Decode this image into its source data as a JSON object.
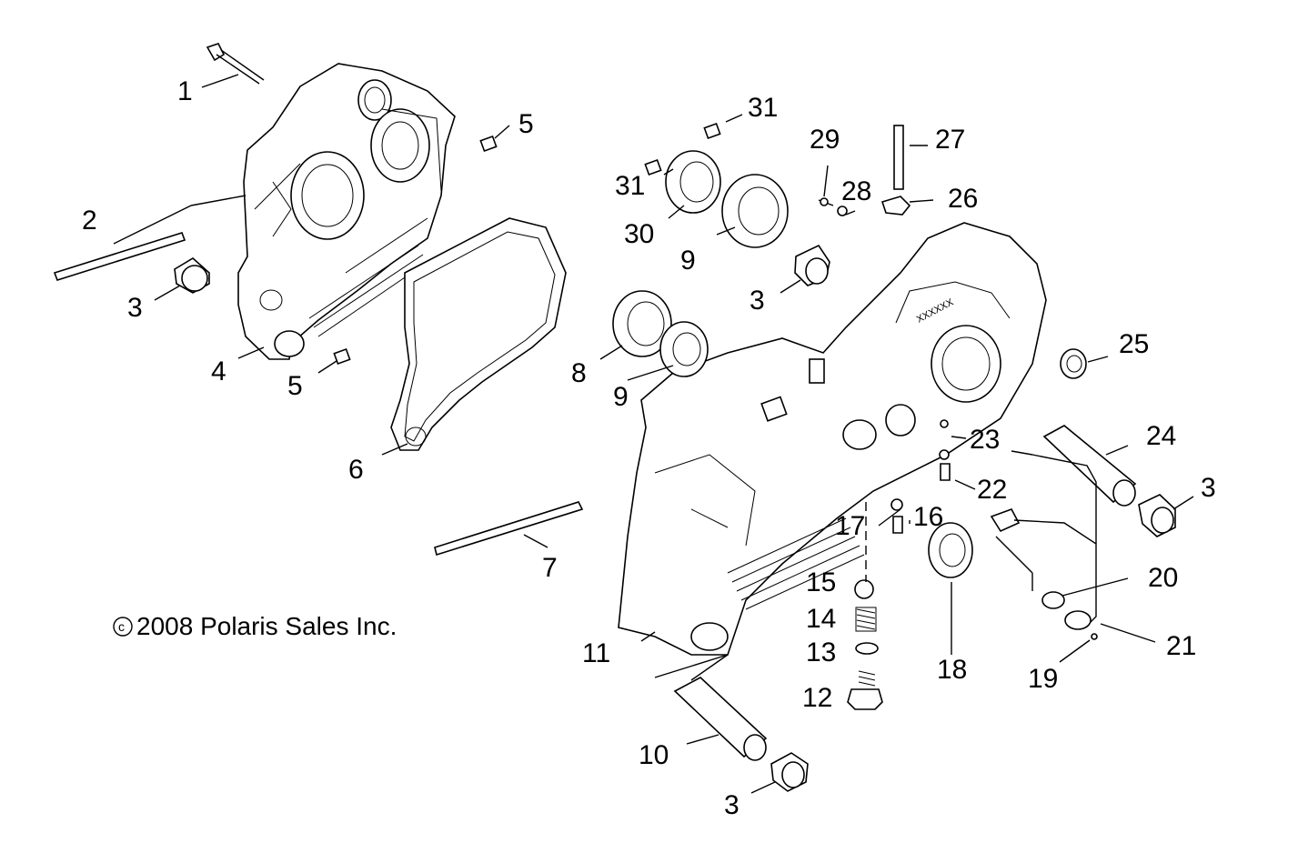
{
  "copyright": {
    "symbol": "c",
    "text": "2008 Polaris Sales Inc."
  },
  "callouts": [
    "1",
    "2",
    "3",
    "4",
    "5",
    "5",
    "6",
    "31",
    "31",
    "30",
    "9",
    "29",
    "28",
    "27",
    "26",
    "3",
    "8",
    "9",
    "25",
    "23",
    "24",
    "22",
    "3",
    "7",
    "17",
    "16",
    "15",
    "14",
    "13",
    "12",
    "11",
    "18",
    "20",
    "21",
    "19",
    "10",
    "3"
  ]
}
